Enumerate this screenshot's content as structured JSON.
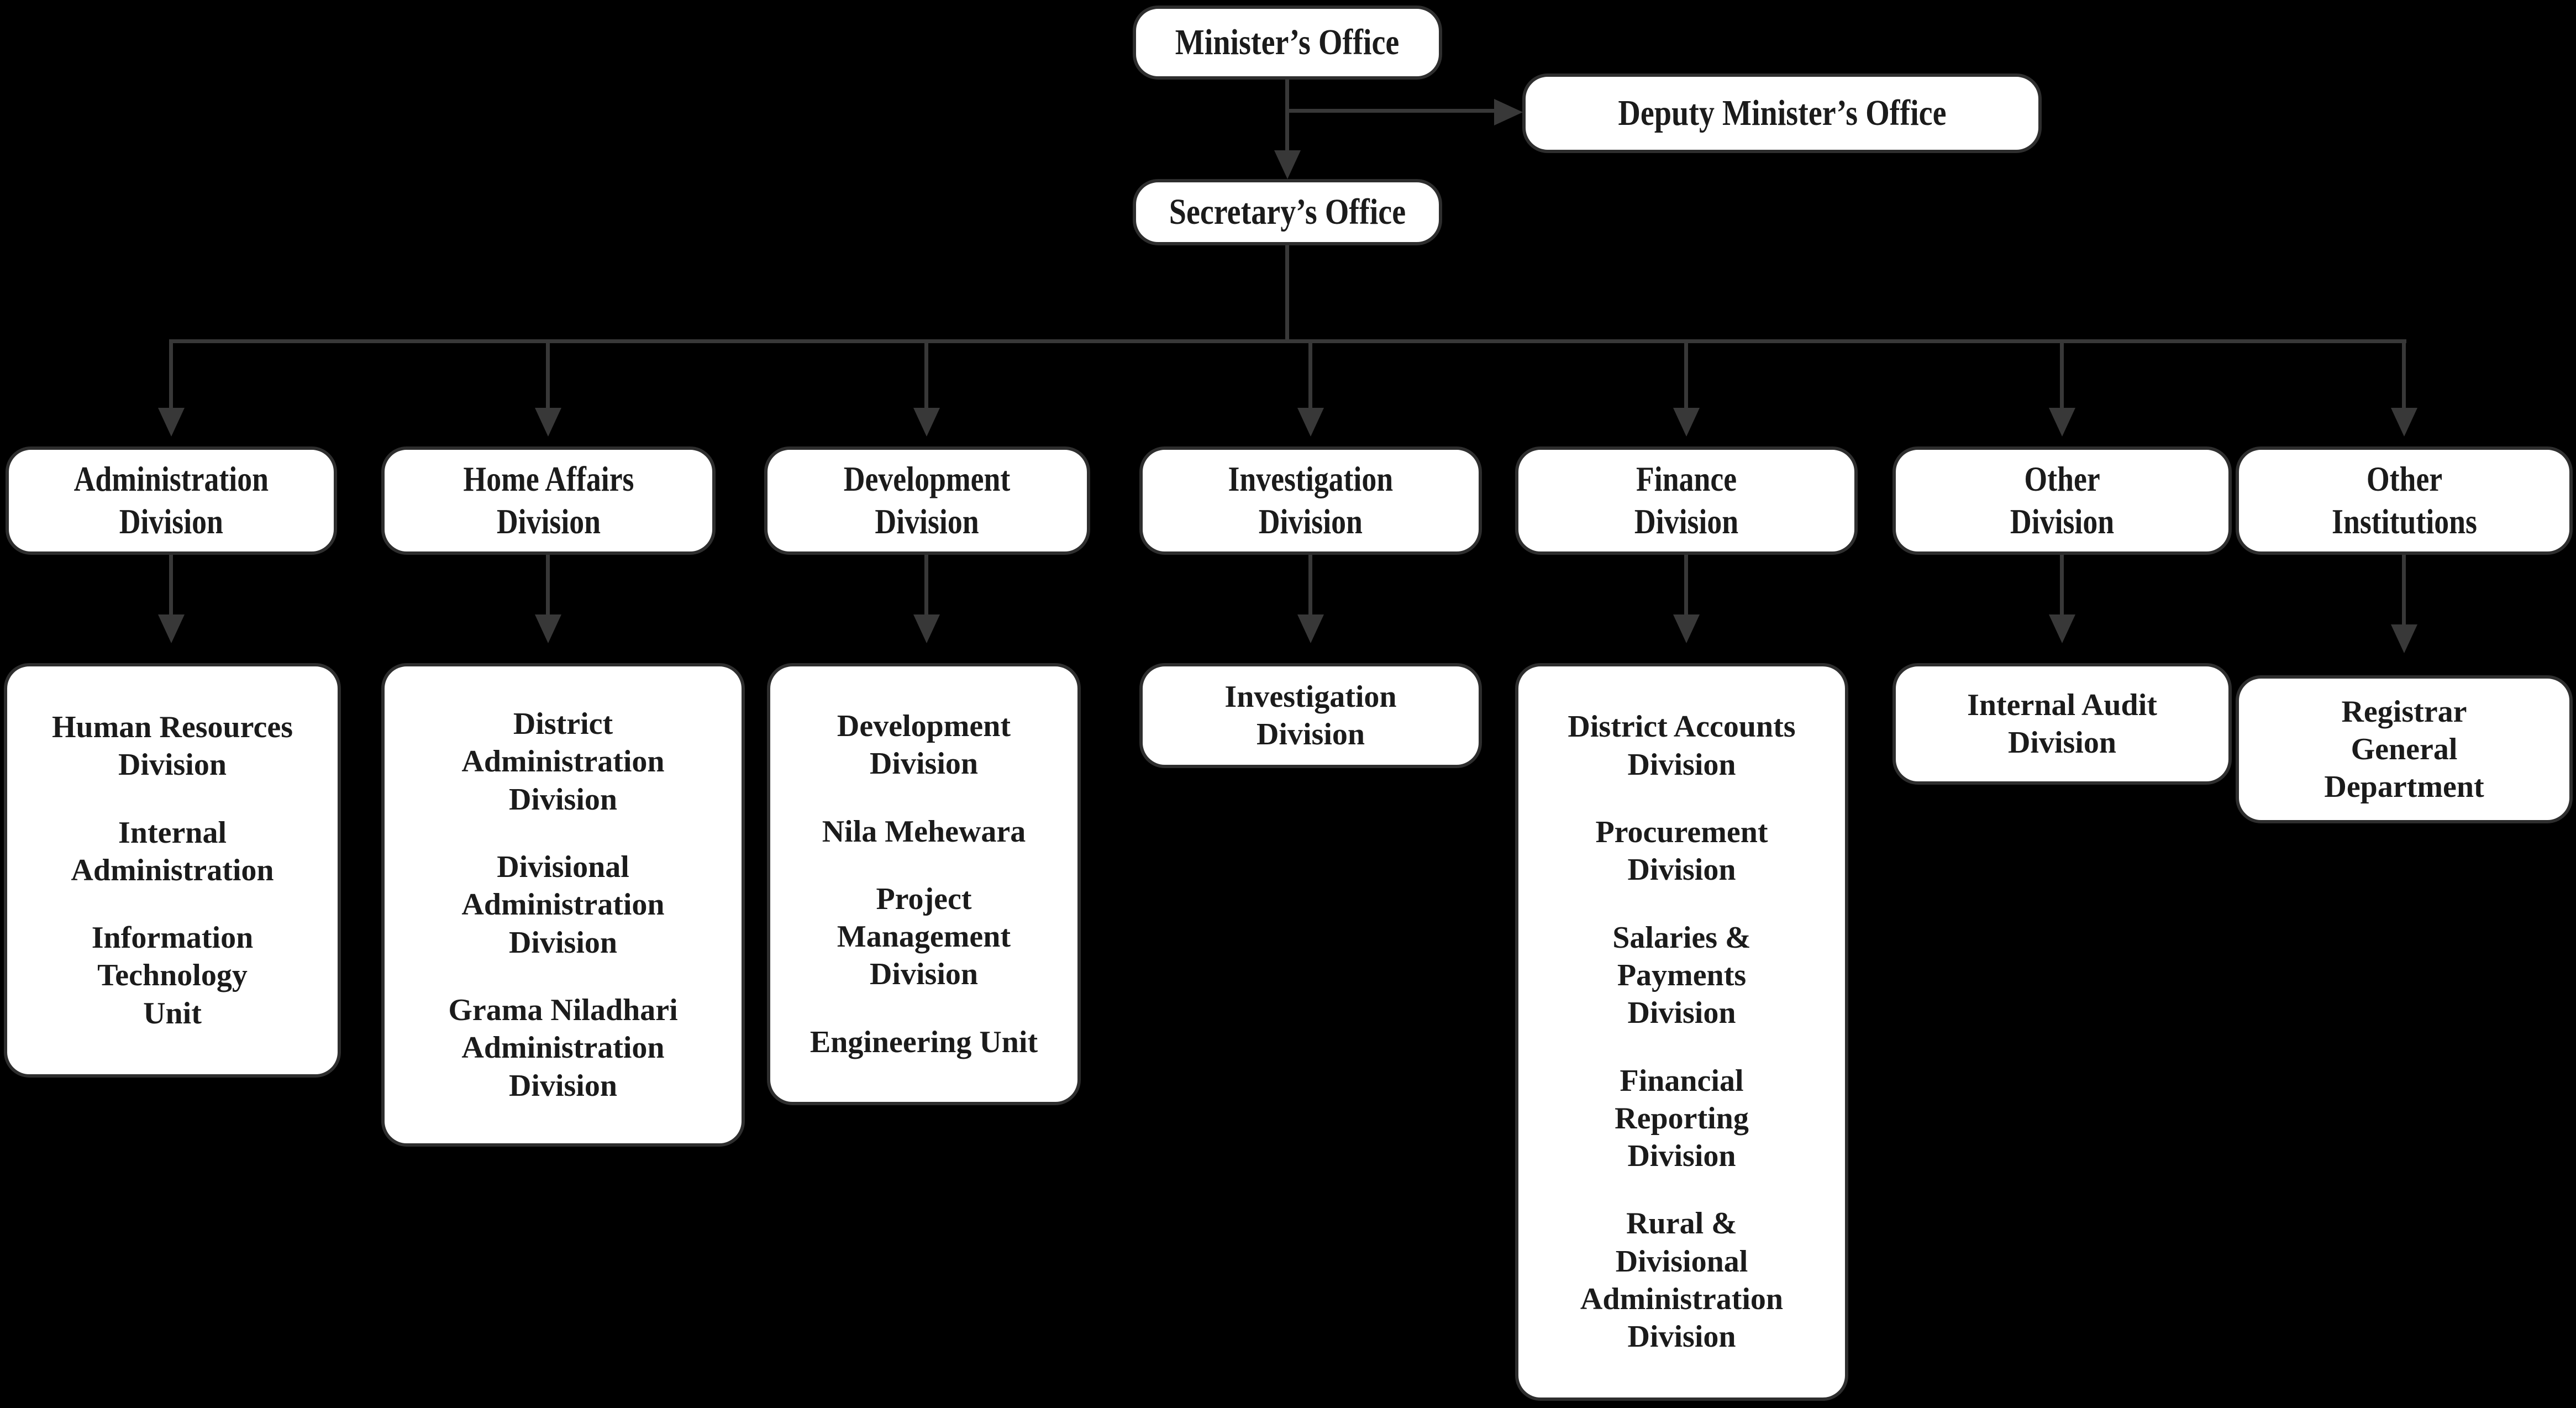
{
  "colors": {
    "background": "#000000",
    "box_fill": "#ffffff",
    "box_border": "#2e2e2e",
    "connector": "#383838",
    "text": "#1b1b1b"
  },
  "nodes": {
    "minister": "Minister’s Office",
    "deputy": "Deputy Minister’s Office",
    "secretary": "Secretary’s Office"
  },
  "divisions": [
    {
      "label": "Administration\nDivision",
      "children": [
        "Human Resources\nDivision",
        "Internal\nAdministration",
        "Information\nTechnology\nUnit"
      ]
    },
    {
      "label": "Home Affairs\nDivision",
      "children": [
        "District\nAdministration\nDivision",
        "Divisional\nAdministration\nDivision",
        "Grama Niladhari\nAdministration\nDivision"
      ]
    },
    {
      "label": "Development\nDivision",
      "children": [
        "Development\nDivision",
        "Nila Mehewara",
        "Project\nManagement\nDivision",
        "Engineering Unit"
      ]
    },
    {
      "label": "Investigation\nDivision",
      "children": [
        "Investigation\nDivision"
      ]
    },
    {
      "label": "Finance\nDivision",
      "children": [
        "District Accounts\nDivision",
        "Procurement\nDivision",
        "Salaries &\nPayments\nDivision",
        "Financial\nReporting\nDivision",
        "Rural &\nDivisional\nAdministration\nDivision"
      ]
    },
    {
      "label": "Other\nDivision",
      "children": [
        "Internal Audit\nDivision"
      ]
    },
    {
      "label": "Other\nInstitutions",
      "children": [
        "Registrar\nGeneral\nDepartment"
      ]
    }
  ]
}
